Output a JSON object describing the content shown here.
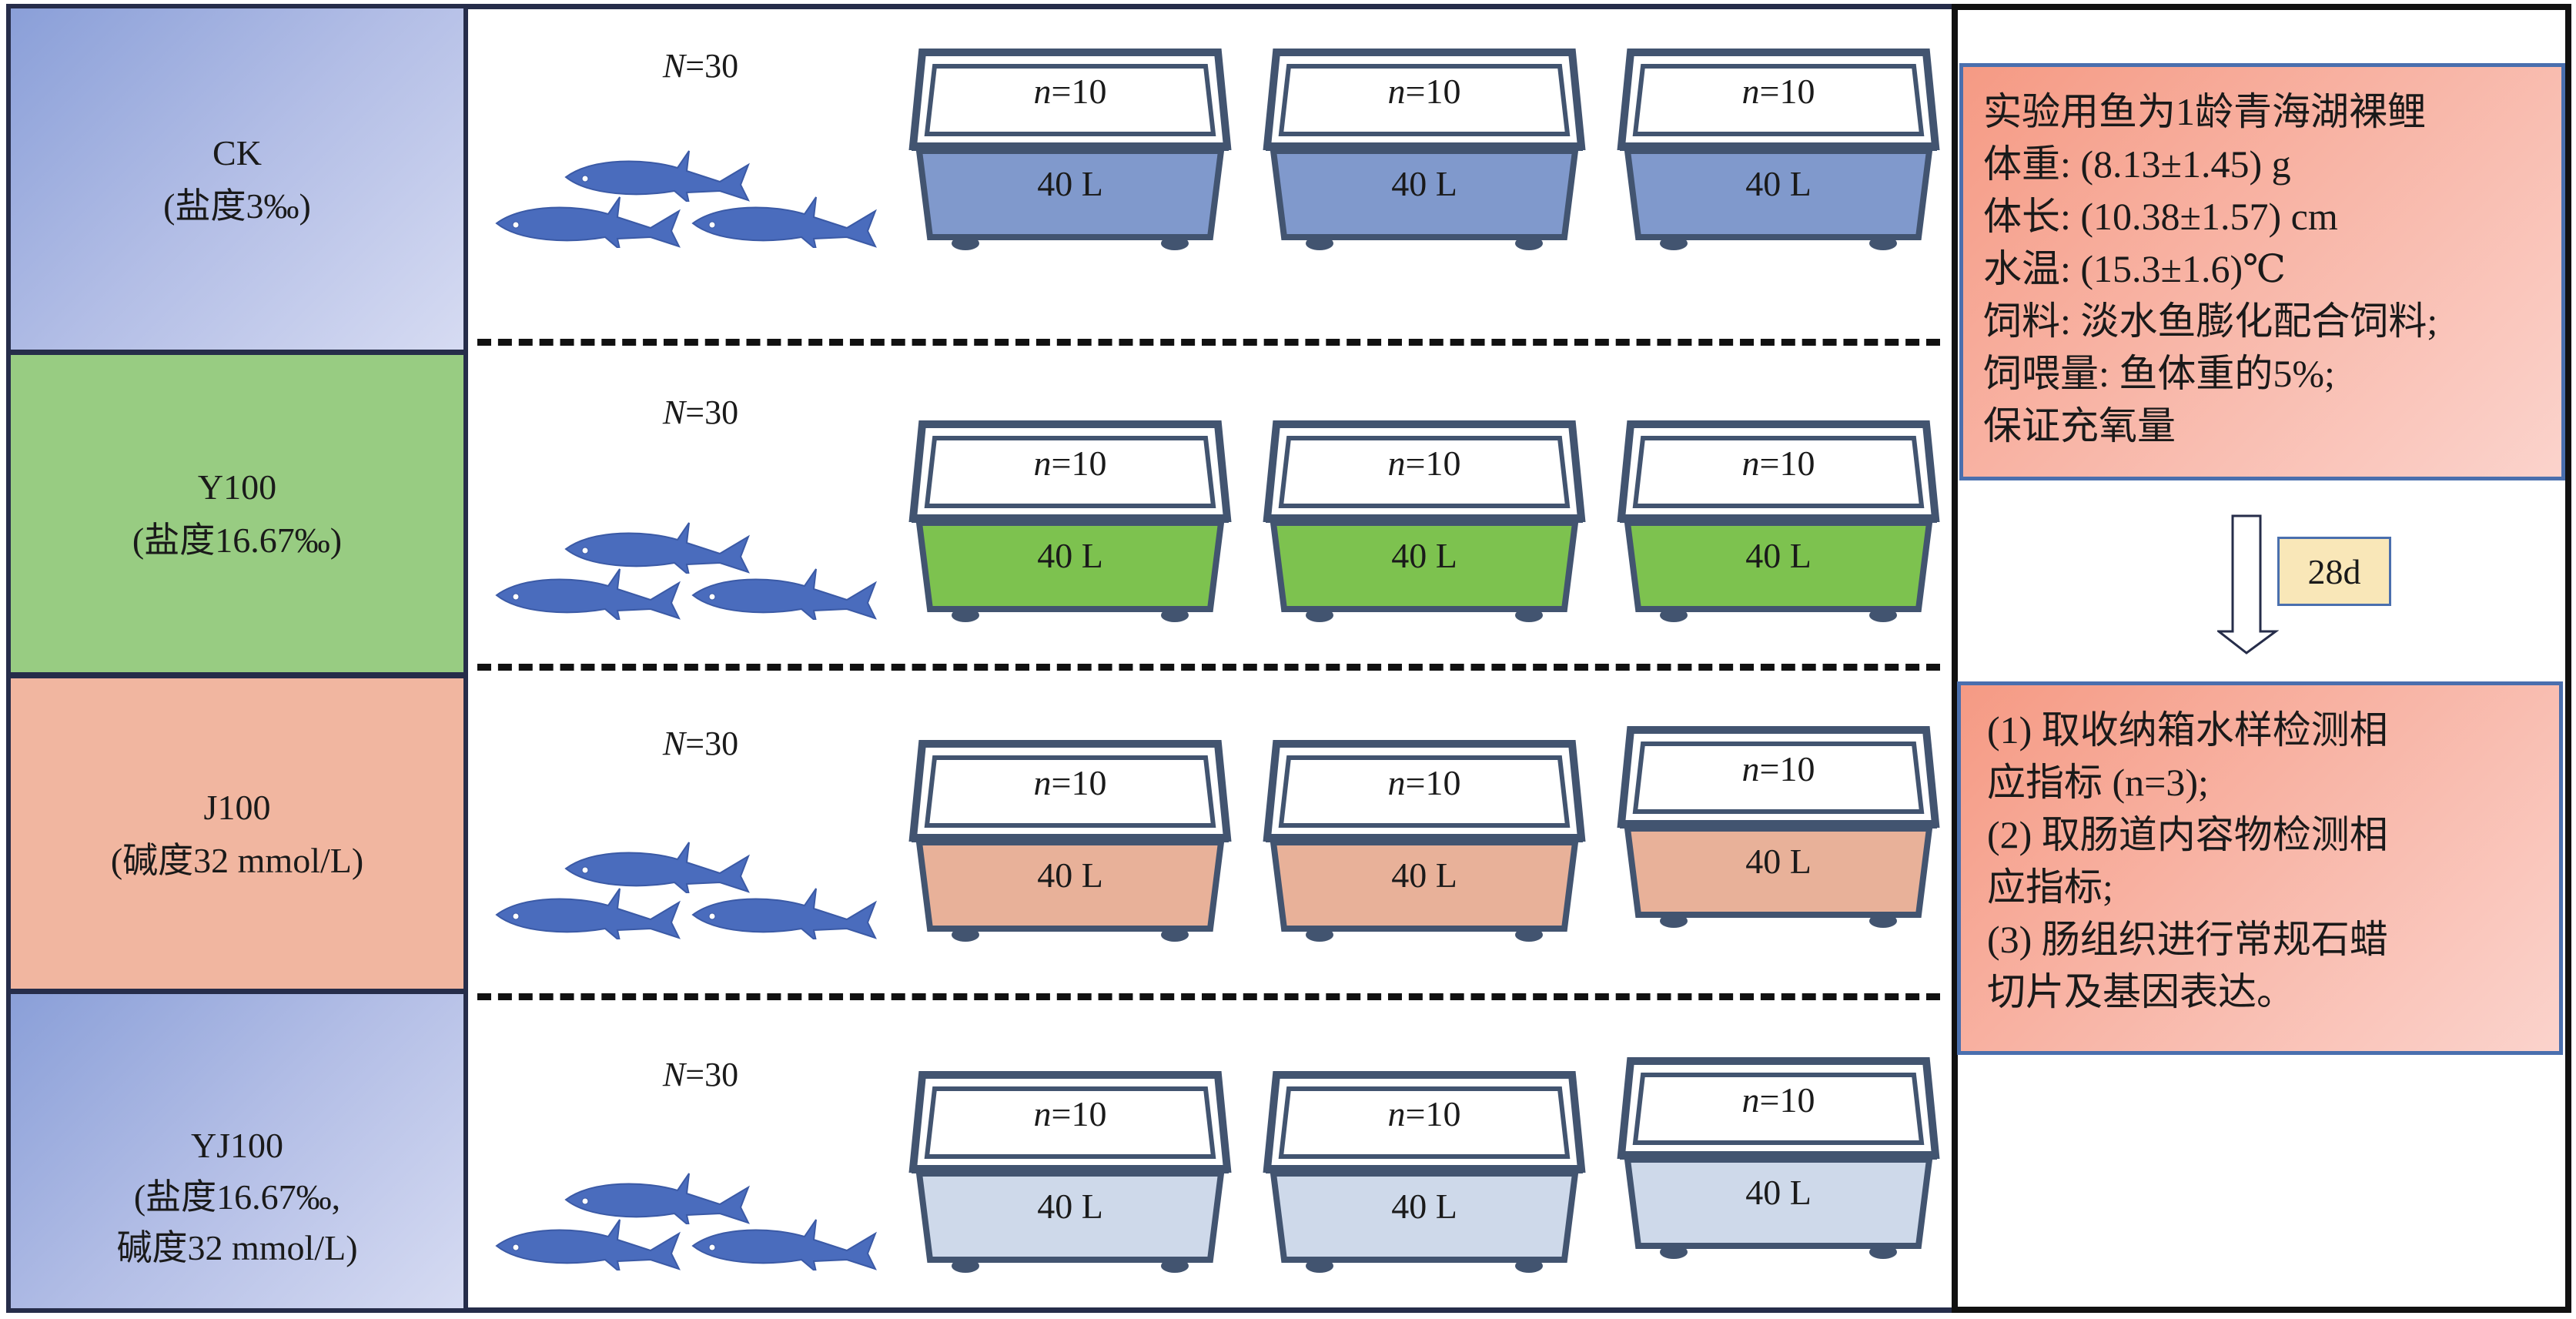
{
  "groups": [
    {
      "id": "CK",
      "name": "CK",
      "condition": "(盐度3‰)",
      "tank_color": "#8099cc",
      "n_total": "30",
      "tank_n": "10",
      "tank_volume": "40 L"
    },
    {
      "id": "Y100",
      "name": "Y100",
      "condition": "(盐度16.67‰)",
      "tank_color": "#7dc24f",
      "n_total": "30",
      "tank_n": "10",
      "tank_volume": "40 L"
    },
    {
      "id": "J100",
      "name": "J100",
      "condition": "(碱度32 mmol/L)",
      "tank_color": "#e8b199",
      "n_total": "30",
      "tank_n": "10",
      "tank_volume": "40 L"
    },
    {
      "id": "YJ100",
      "name": "YJ100",
      "condition": "(盐度16.67‰,\n碱度32 mmol/L)",
      "tank_color": "#ced9ea",
      "n_total": "30",
      "tank_n": "10",
      "tank_volume": "40 L"
    }
  ],
  "labels": {
    "N_symbol": "N",
    "n_symbol": "n",
    "equals": "=",
    "tanks_per_group": 3
  },
  "info_box": {
    "lines": [
      "实验用鱼为1龄青海湖裸鲤",
      "体重: (8.13±1.45) g",
      "体长: (10.38±1.57) cm",
      "水温: (15.3±1.6)℃",
      "饲料: 淡水鱼膨化配合饲料;",
      "饲喂量: 鱼体重的5%;",
      "保证充氧量"
    ]
  },
  "duration": {
    "label": "28d"
  },
  "procedures_box": {
    "lines": [
      "(1) 取收纳箱水样检测相",
      "应指标 (n=3);",
      "(2) 取肠道内容物检测相",
      "应指标;",
      "(3) 肠组织进行常规石蜡",
      "切片及基因表达。"
    ]
  },
  "colors": {
    "fish": "#4a6cbd",
    "tank_frame": "#425470",
    "border": "#262d4a",
    "info_border": "#4a6fae",
    "duration_bg": "#f9e7b8"
  },
  "icons": {
    "fish": "fish-icon",
    "tank": "tank-icon",
    "arrow": "down-arrow-icon"
  }
}
